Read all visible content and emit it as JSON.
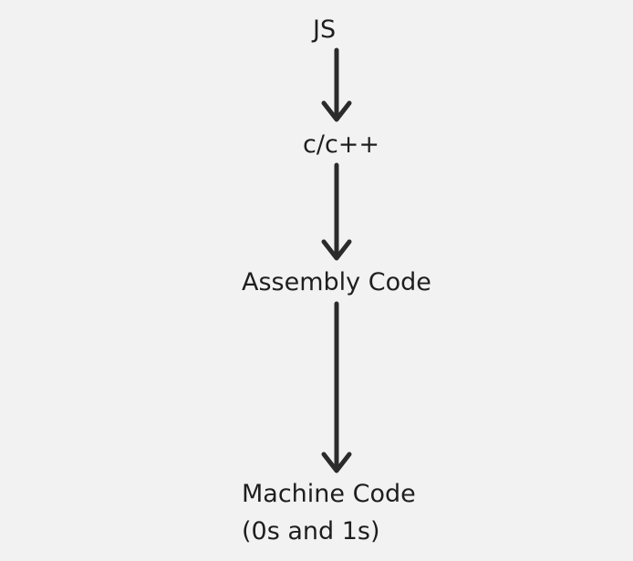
{
  "diagram": {
    "nodes": [
      {
        "id": "js",
        "label": "JS"
      },
      {
        "id": "c",
        "label": "c/c++"
      },
      {
        "id": "asm",
        "label": "Assembly Code"
      },
      {
        "id": "mc",
        "label_line1": "Machine Code",
        "label_line2": "(0s and 1s)"
      }
    ],
    "edges": [
      {
        "from": "js",
        "to": "c"
      },
      {
        "from": "c",
        "to": "asm"
      },
      {
        "from": "asm",
        "to": "mc"
      }
    ],
    "colors": {
      "background": "#f2f2f2",
      "text": "#1e1e1e",
      "arrow": "#2b2b2b"
    }
  }
}
